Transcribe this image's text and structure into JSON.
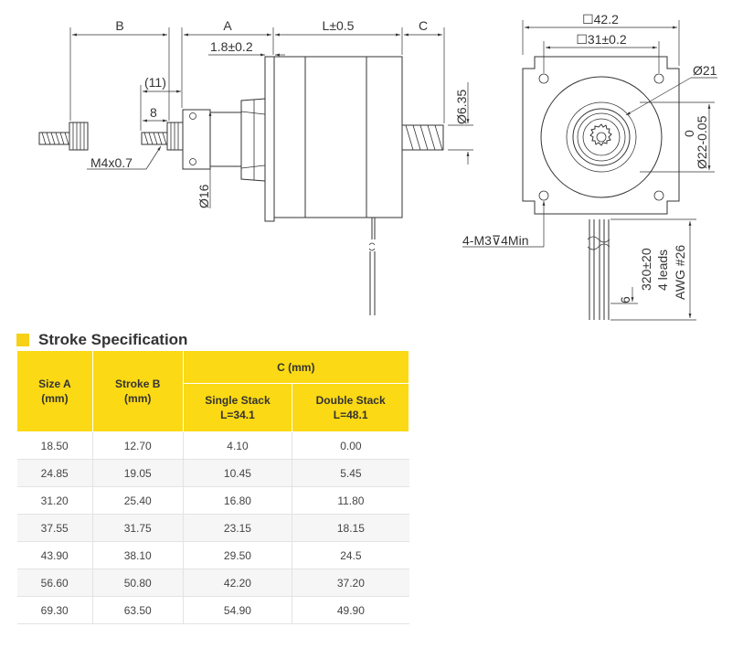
{
  "drawing": {
    "labels": {
      "dim_b": "B",
      "dim_a": "A",
      "dim_l": "L±0.5",
      "dim_c": "C",
      "dim_18": "1.8±0.2",
      "dim_11": "(11)",
      "dim_8": "8",
      "dim_m4": "M4x0.7",
      "dim_16": "Ø16",
      "dim_635": "Ø6.35",
      "dim_422": "☐42.2",
      "dim_31": "☐31±0.2",
      "dim_21": "Ø21",
      "dim_22": "Ø22-0.05",
      "dim_0": "0",
      "dim_m3": "4-M3⊽4Min",
      "dim_320": "320±20",
      "dim_leads": "4 leads",
      "dim_awg": "AWG #26",
      "dim_6": "6"
    }
  },
  "section": {
    "title": "Stroke Specification"
  },
  "table": {
    "headers": {
      "size_a": [
        "Size A",
        "(mm)"
      ],
      "stroke_b": [
        "Stroke B",
        "(mm)"
      ],
      "c": "C (mm)",
      "single": [
        "Single Stack",
        "L=34.1"
      ],
      "double": [
        "Double Stack",
        "L=48.1"
      ]
    },
    "rows": [
      [
        "18.50",
        "12.70",
        "4.10",
        "0.00"
      ],
      [
        "24.85",
        "19.05",
        "10.45",
        "5.45"
      ],
      [
        "31.20",
        "25.40",
        "16.80",
        "11.80"
      ],
      [
        "37.55",
        "31.75",
        "23.15",
        "18.15"
      ],
      [
        "43.90",
        "38.10",
        "29.50",
        "24.5"
      ],
      [
        "56.60",
        "50.80",
        "42.20",
        "37.20"
      ],
      [
        "69.30",
        "63.50",
        "54.90",
        "49.90"
      ]
    ]
  },
  "colors": {
    "accent": "#fbd914",
    "row_alt": "#f6f6f6",
    "text": "#333333"
  }
}
